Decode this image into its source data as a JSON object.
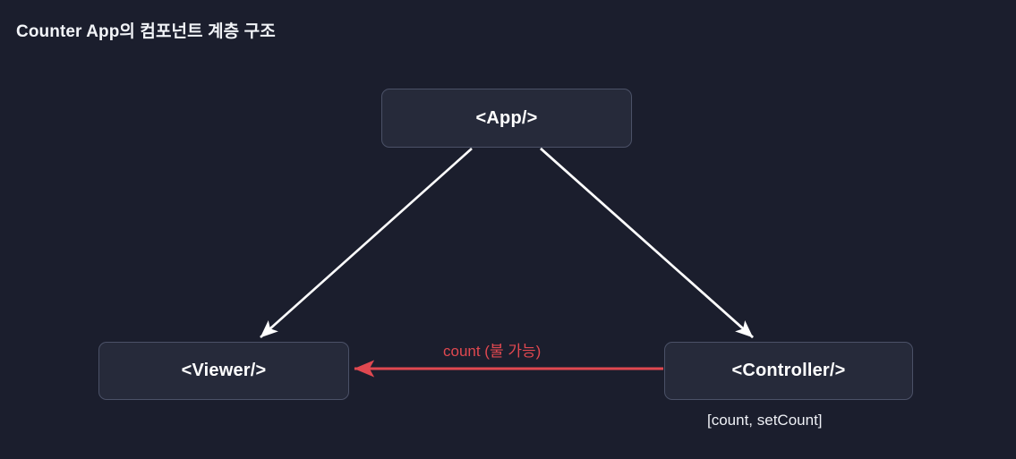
{
  "diagram": {
    "title": "Counter App의 컴포넌트 계층 구조",
    "type": "component-hierarchy",
    "background_color": "#1b1e2d",
    "node_fill_color": "#262a3a",
    "node_border_color": "#4b5167",
    "nodes": [
      {
        "id": "app",
        "label": "<App/>"
      },
      {
        "id": "viewer",
        "label": "<Viewer/>"
      },
      {
        "id": "controller",
        "label": "<Controller/>"
      }
    ],
    "edges": [
      {
        "id": "app-to-viewer",
        "from": "app",
        "to": "viewer",
        "label": "",
        "color": "#ffffff",
        "style": "solid-arrow"
      },
      {
        "id": "app-to-controller",
        "from": "app",
        "to": "controller",
        "label": "",
        "color": "#ffffff",
        "style": "solid-arrow"
      },
      {
        "id": "controller-to-viewer",
        "from": "controller",
        "to": "viewer",
        "label": "count (불 가능)",
        "color": "#e04850",
        "style": "solid-arrow"
      }
    ],
    "annotations": [
      {
        "id": "controller-state",
        "attached_to": "controller",
        "text": "[count, setCount]",
        "color": "#eef0f5"
      }
    ]
  }
}
